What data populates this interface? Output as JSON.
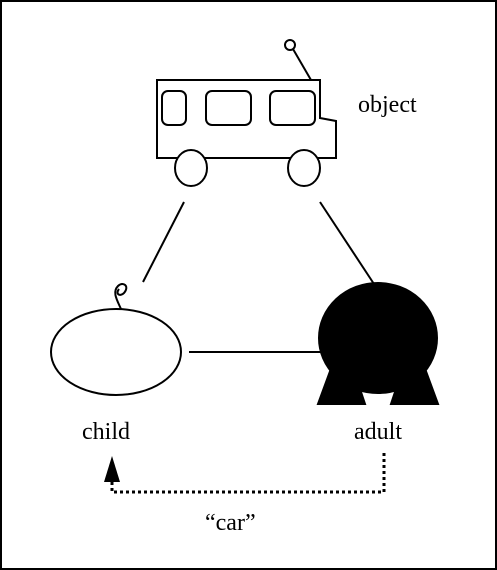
{
  "labels": {
    "object": "object",
    "child": "child",
    "adult": "adult",
    "utterance": "“car”"
  },
  "colors": {
    "ink": "#000000",
    "background": "#ffffff"
  },
  "icons": {
    "object": "toy-bus-icon",
    "child": "child-icon",
    "adult": "adult-icon"
  }
}
